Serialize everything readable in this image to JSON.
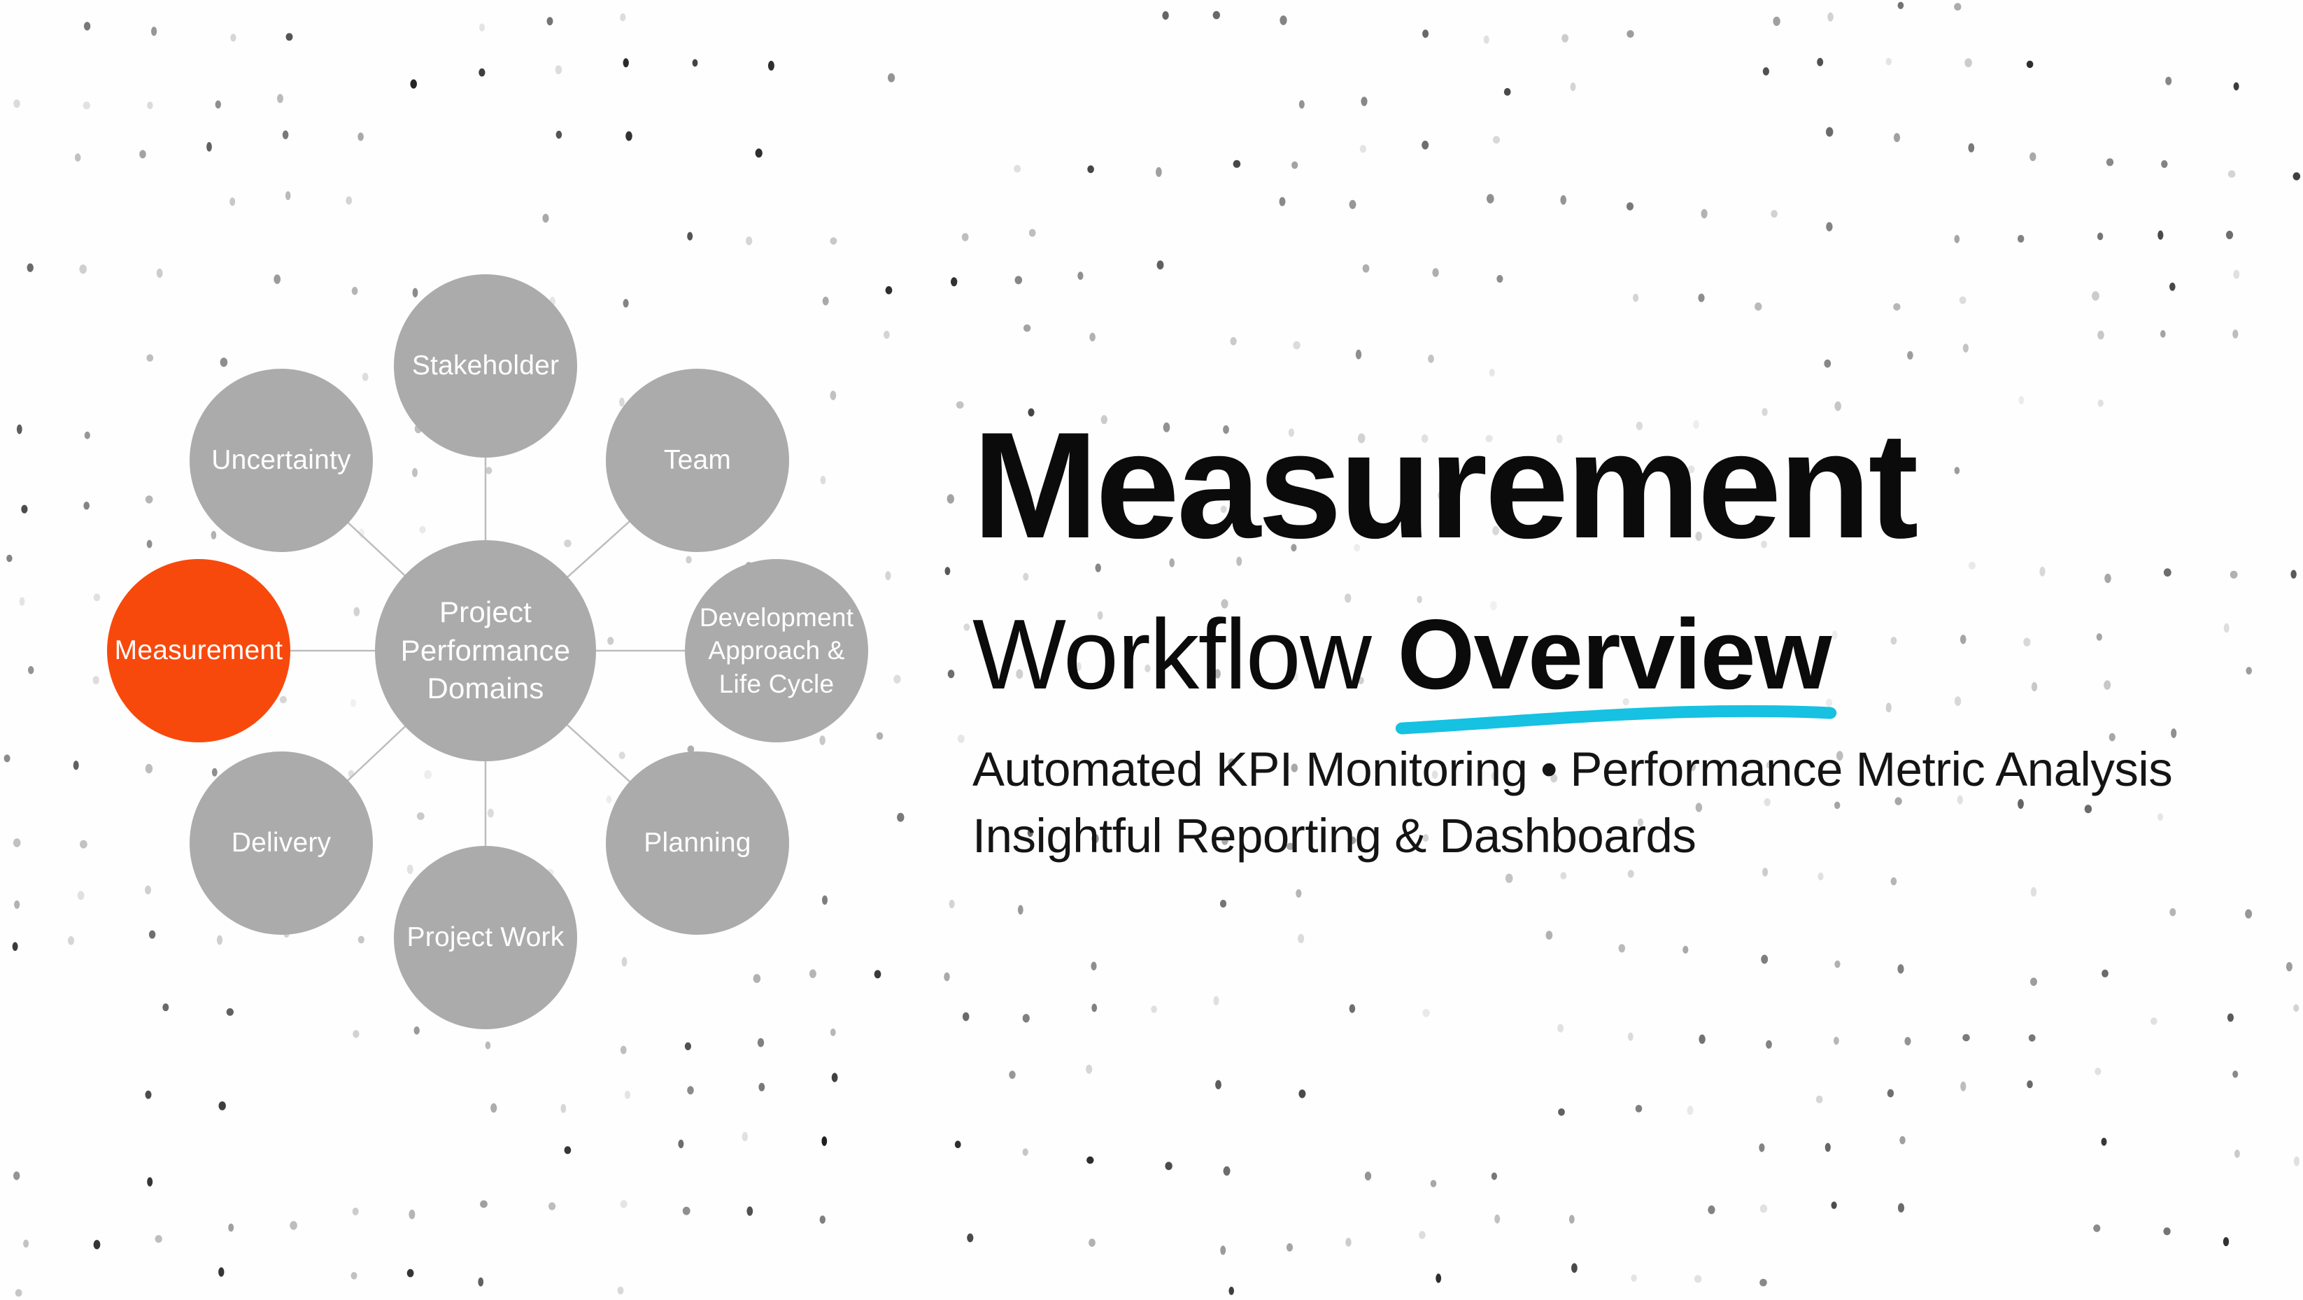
{
  "hero": {
    "title": "Measurement",
    "subtitle_regular": "Workflow",
    "subtitle_bold": "Overview",
    "description_line1": "Automated KPI Monitoring • Performance Metric Analysis",
    "description_line2": "Insightful Reporting & Dashboards"
  },
  "diagram": {
    "center_label": "Project Performance Domains",
    "active_node": "Measurement",
    "nodes": [
      {
        "label": "Stakeholder"
      },
      {
        "label": "Team"
      },
      {
        "label": "Development Approach & Life Cycle"
      },
      {
        "label": "Planning"
      },
      {
        "label": "Project Work"
      },
      {
        "label": "Delivery"
      },
      {
        "label": "Measurement",
        "active": true
      },
      {
        "label": "Uncertainty"
      }
    ]
  },
  "colors": {
    "accent_orange": "#F8490D",
    "underline_cyan": "#16C1E1",
    "node_gray": "#ABABAB",
    "connector_gray": "#BDBDBD",
    "ink": "#0B0B0B",
    "background": "#FEFEFE"
  }
}
